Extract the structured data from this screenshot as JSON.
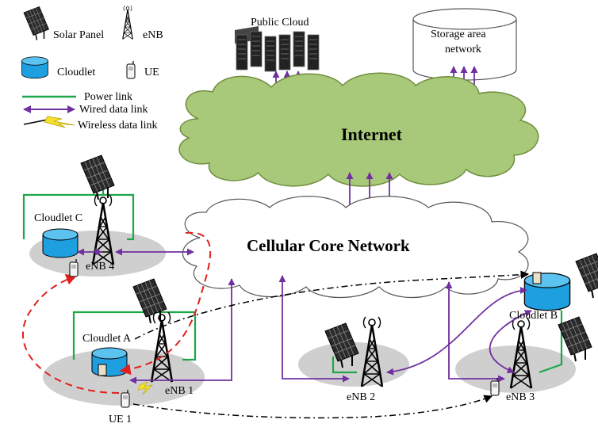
{
  "legend": {
    "solar_panel": "Solar Panel",
    "enb": "eNB",
    "cloudlet": "Cloudlet",
    "ue": "UE",
    "power_link": "Power link",
    "wired_link": "Wired data link",
    "wireless_link": "Wireless data link"
  },
  "cloud": {
    "public_cloud": "Public Cloud",
    "storage_line1": "Storage area",
    "storage_line2": "network",
    "internet": "Internet",
    "core": "Cellular Core Network"
  },
  "nodes": {
    "cloudlet_c": "Cloudlet C",
    "cloudlet_a": "Cloudlet A",
    "cloudlet_b": "Cloudlet B",
    "enb1": "eNB 1",
    "enb2": "eNB 2",
    "enb3": "eNB 3",
    "enb4": "eNB 4",
    "ue1": "UE 1"
  },
  "colors": {
    "power": "#1fa64a",
    "wired": "#7030a0",
    "wireless_dash": "#e0201c",
    "internet_fill": "#a9c97a",
    "cloudlet_fill": "#1e9fe0",
    "cell_fill": "#cfcfcf"
  }
}
